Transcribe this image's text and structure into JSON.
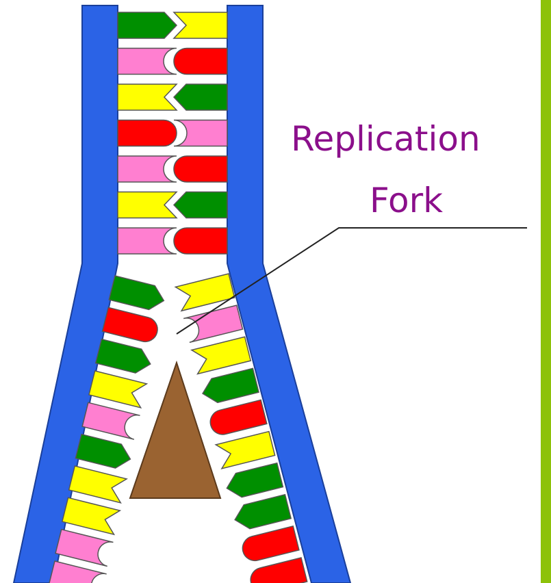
{
  "label": {
    "line1": "Replication",
    "line2": "Fork"
  },
  "colors": {
    "backbone": "#2b63e6",
    "adenine": "#008f00",
    "thymine": "#ffff00",
    "guanine": "#ff0000",
    "cytosine": "#ff7fd0",
    "helicase": "#9a6331",
    "label": "#8b0f8b",
    "side_bar": "#8dc20a"
  },
  "strand": {
    "left_bases": [
      "A",
      "C",
      "T",
      "G",
      "C",
      "T",
      "C"
    ],
    "right_bases": [
      "T",
      "G",
      "A",
      "C",
      "G",
      "A",
      "G"
    ]
  },
  "fork": {
    "left_branch": [
      "A",
      "G",
      "A",
      "T",
      "C",
      "A",
      "T",
      "T",
      "C",
      "C"
    ],
    "right_branch": [
      "T",
      "C",
      "T",
      "A",
      "G",
      "T",
      "A",
      "A",
      "G",
      "G"
    ]
  }
}
